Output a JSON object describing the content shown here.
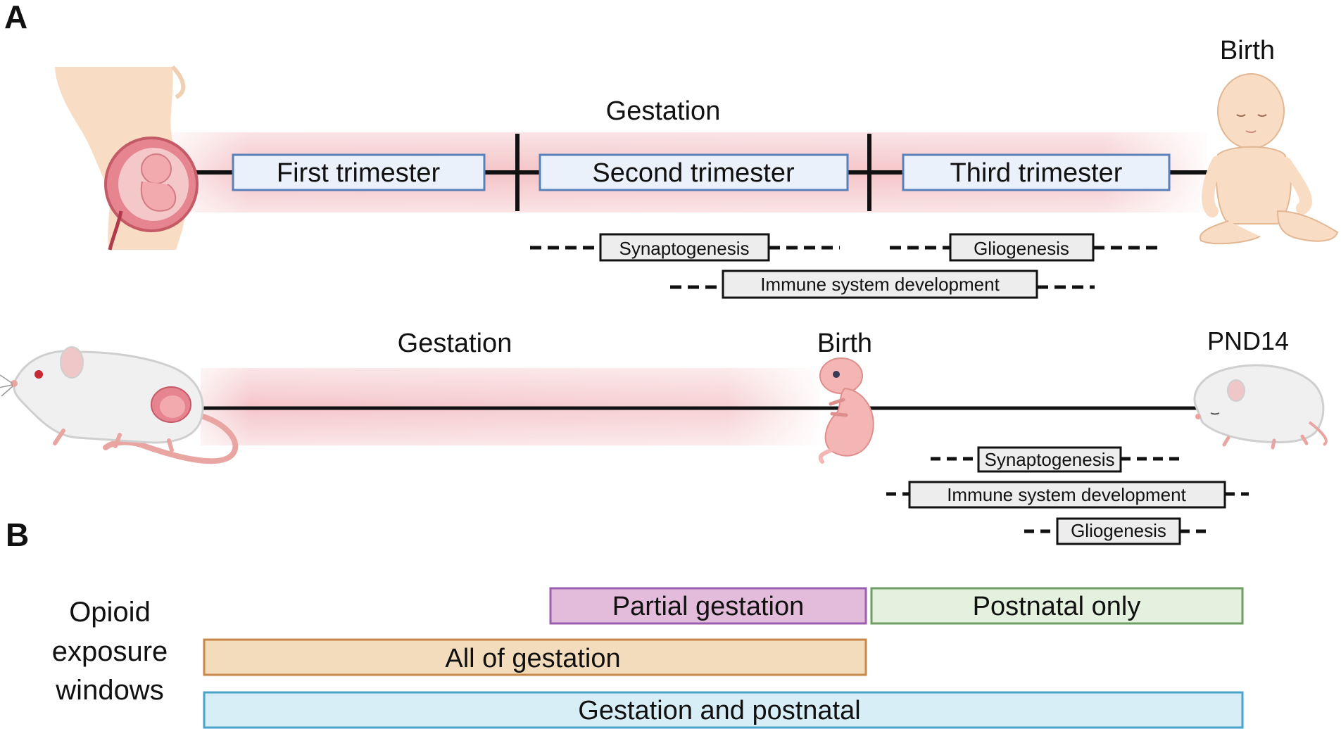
{
  "panels": {
    "a": "A",
    "b": "B"
  },
  "human": {
    "birth_label": "Birth",
    "gestation_label": "Gestation",
    "trimesters": [
      "First trimester",
      "Second trimester",
      "Third trimester"
    ],
    "processes": {
      "synaptogenesis": "Synaptogenesis",
      "gliogenesis": "Gliogenesis",
      "immune": "Immune system development"
    }
  },
  "mouse": {
    "gestation_label": "Gestation",
    "birth_label": "Birth",
    "pnd_label": "PND14",
    "processes": {
      "synaptogenesis": "Synaptogenesis",
      "immune": "Immune system development",
      "gliogenesis": "Gliogenesis"
    }
  },
  "exposure": {
    "title_lines": [
      "Opioid",
      "exposure",
      "windows"
    ],
    "windows": [
      {
        "label": "Partial gestation",
        "fill": "#e3bcdc",
        "stroke": "#9b5fb0"
      },
      {
        "label": "Postnatal only",
        "fill": "#e3f1de",
        "stroke": "#6f9e64"
      },
      {
        "label": "All of gestation",
        "fill": "#f2dcbb",
        "stroke": "#c9874a"
      },
      {
        "label": "Gestation and postnatal",
        "fill": "#d8eef6",
        "stroke": "#4aa3c8"
      }
    ]
  },
  "colors": {
    "gestation_band": "#f2b8bc",
    "trimester_fill": "#eaf1fb",
    "trimester_stroke": "#5b7fb8",
    "process_fill": "#ededed",
    "skin": "#f8dcc4",
    "mouse_body": "#f0f0f0",
    "pup": "#f4b6b4"
  }
}
